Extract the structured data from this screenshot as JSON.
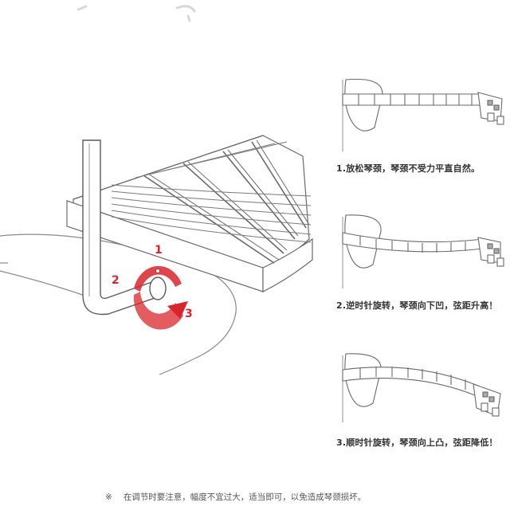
{
  "colors": {
    "line": "#6a6a6a",
    "light_line": "#a8a8a8",
    "arrow_red": "#d8262b",
    "label_text": "#333333"
  },
  "rotation_numbers": [
    "1",
    "2",
    "3"
  ],
  "steps": [
    {
      "label": "1.放松琴颈，琴颈不受力平直自然。"
    },
    {
      "label": "2.逆时针旋转，琴颈向下凹，弦距升高！"
    },
    {
      "label": "3.顺时针旋转，琴颈向上凸，弦距降低！"
    }
  ],
  "footer": {
    "mark": "※",
    "note": "在调节时要注意，幅度不宜过大，适当即可，以免造成琴颈损坏。"
  }
}
